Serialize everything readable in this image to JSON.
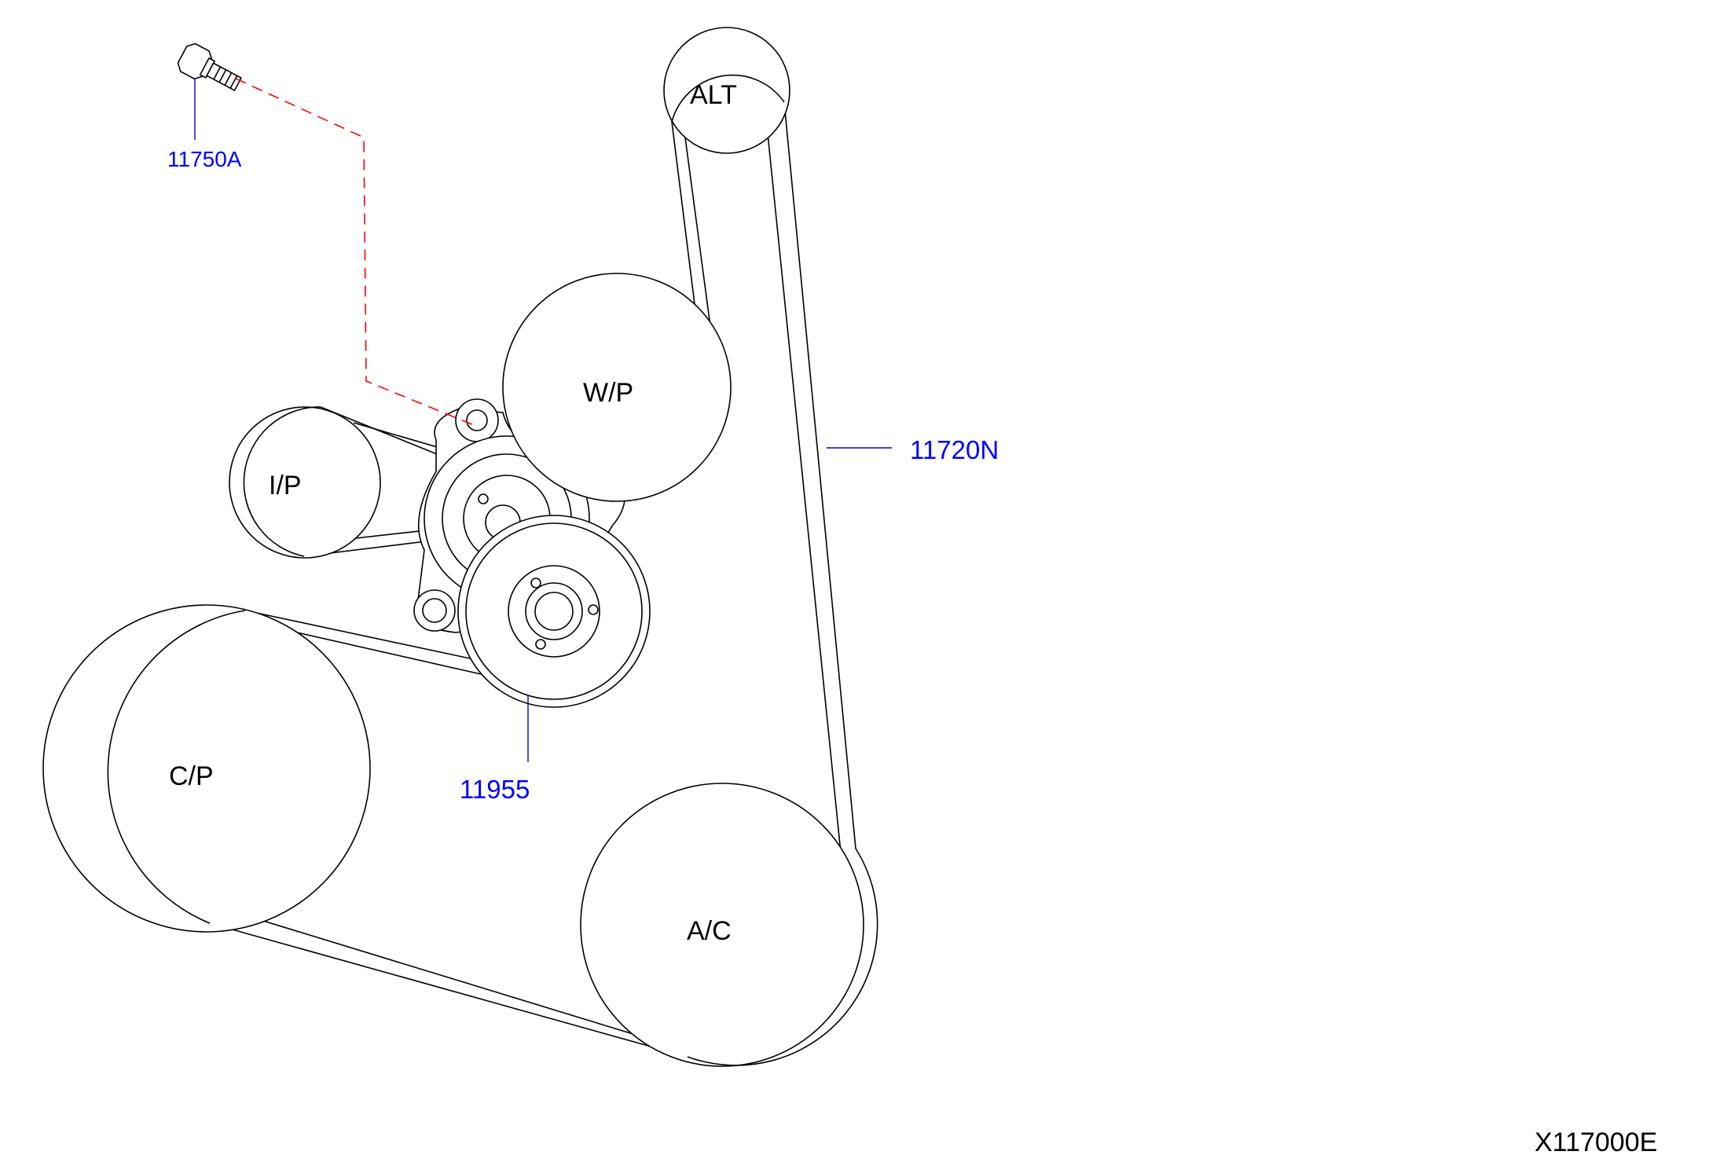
{
  "diagram": {
    "pulleys": {
      "alt": "ALT",
      "wp": "W/P",
      "ip": "I/P",
      "cp": "C/P",
      "ac": "A/C"
    },
    "parts": {
      "bolt": "11750A",
      "belt": "11720N",
      "tensioner": "11955"
    },
    "figure_code": "X117000E",
    "colors": {
      "callout_text": "#0000ff",
      "callout_line": "#0000cc",
      "leader_line": "#ff0000",
      "drawing_line": "#000000"
    },
    "icons": {
      "bolt": "bolt-icon",
      "tensioner": "tensioner-assembly-icon"
    }
  }
}
